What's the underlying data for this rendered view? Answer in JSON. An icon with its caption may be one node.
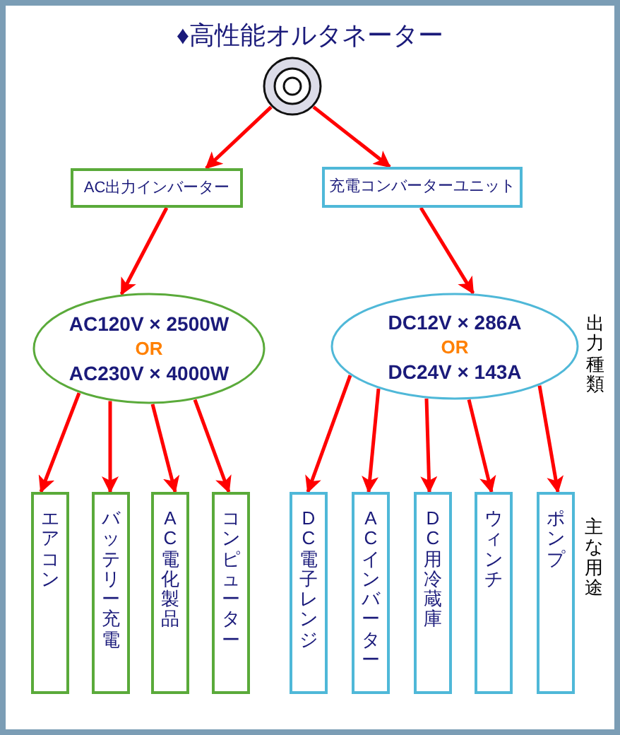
{
  "diagram": {
    "title": "♦高性能オルタネーター",
    "nodes": [
      {
        "text": [],
        "shape": "circle"
      },
      {
        "text": [
          "AC出力インバーター"
        ]
      },
      {
        "text": [
          "充電コンバーターユニット"
        ]
      },
      {
        "text": [
          "AC120V × 2500W",
          "OR",
          "AC230V × 4000W"
        ]
      },
      {
        "text": [
          "DC12V × 286A",
          "OR",
          "DC24V × 143A"
        ],
        "beside": [
          "出力種類"
        ]
      },
      {
        "text": [
          "エアコン"
        ]
      },
      {
        "text": [
          "バッテリー充電"
        ]
      },
      {
        "text": [
          "AC電化製品"
        ]
      },
      {
        "text": [
          "コンピューター"
        ]
      },
      {
        "text": [
          "DC電子レンジ"
        ]
      },
      {
        "text": [
          "ACインバーター"
        ]
      },
      {
        "text": [
          "DC用冷蔵庫"
        ]
      },
      {
        "text": [
          "ウィンチ"
        ]
      },
      {
        "text": [
          "ポンプ"
        ]
      }
    ],
    "edges": [
      {
        "from": 0,
        "to": 1,
        "arrow": "to"
      },
      {
        "from": 0,
        "to": 2,
        "arrow": "to"
      },
      {
        "from": 1,
        "to": 3,
        "arrow": "to"
      },
      {
        "from": 2,
        "to": 4,
        "arrow": "to"
      },
      {
        "from": 3,
        "to": 5,
        "arrow": "to"
      },
      {
        "from": 3,
        "to": 6,
        "arrow": "to"
      },
      {
        "from": 3,
        "to": 7,
        "arrow": "to"
      },
      {
        "from": 3,
        "to": 8,
        "arrow": "to"
      },
      {
        "from": 4,
        "to": 9,
        "arrow": "to"
      },
      {
        "from": 4,
        "to": 10,
        "arrow": "to"
      },
      {
        "from": 4,
        "to": 11,
        "arrow": "to"
      },
      {
        "from": 4,
        "to": 12,
        "arrow": "to"
      },
      {
        "from": 4,
        "to": 13,
        "arrow": "to"
      }
    ],
    "labels": [
      "主な用途"
    ]
  }
}
